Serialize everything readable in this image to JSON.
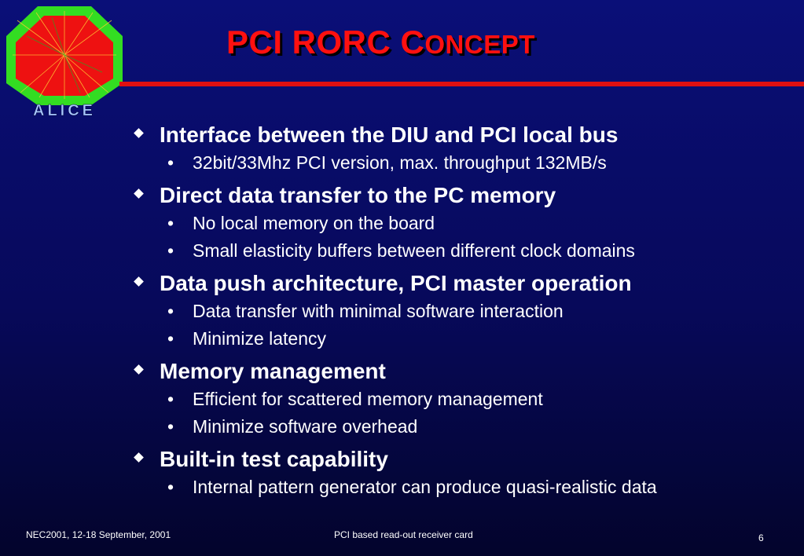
{
  "slide": {
    "title_main": "PCI RORC C",
    "title_smallcaps": "ONCEPT",
    "logo_text": "ALICE"
  },
  "bullets": [
    {
      "text": "Interface between the DIU and PCI local bus",
      "sub": [
        "32bit/33Mhz PCI version, max. throughput 132MB/s"
      ]
    },
    {
      "text": "Direct data transfer to the PC memory",
      "sub": [
        "No local memory on the board",
        "Small elasticity buffers between different clock domains"
      ]
    },
    {
      "text": "Data push architecture, PCI master operation",
      "sub": [
        "Data transfer with minimal software interaction",
        "Minimize latency"
      ]
    },
    {
      "text": "Memory management",
      "sub": [
        "Efficient for scattered memory management",
        "Minimize software overhead"
      ]
    },
    {
      "text": "Built-in test capability",
      "sub": [
        "Internal pattern generator can produce quasi-realistic data"
      ]
    }
  ],
  "footer": {
    "left": "NEC2001, 12-18 September, 2001",
    "center": "PCI based read-out receiver card",
    "page": "6"
  },
  "colors": {
    "title": "#ff1010",
    "rule": "#e01010",
    "logo_outer": "#33dd22",
    "logo_inner": "#ee1111"
  }
}
